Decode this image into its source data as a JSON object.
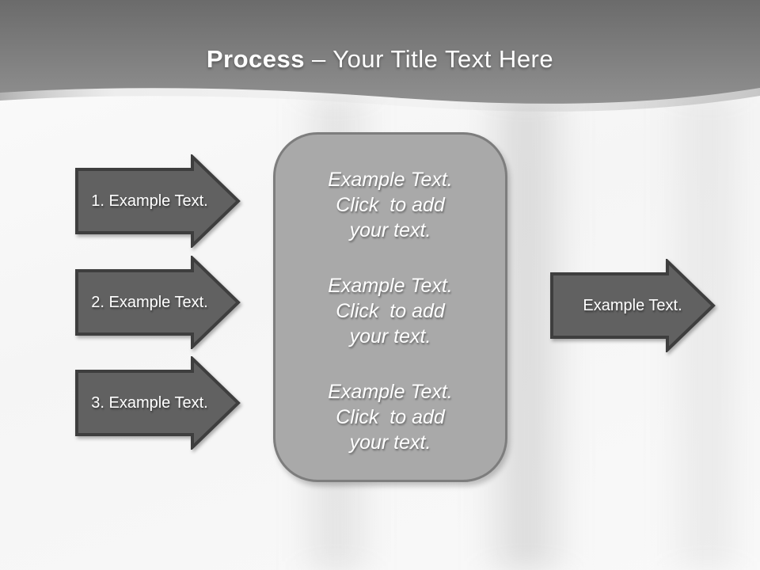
{
  "header": {
    "title_bold": "Process",
    "title_rest": "– Your Title Text Here"
  },
  "left_arrows": [
    {
      "label": "1. Example Text."
    },
    {
      "label": "2. Example Text."
    },
    {
      "label": "3. Example Text."
    }
  ],
  "center_box": {
    "paragraphs": [
      "Example Text.\nClick  to add\nyour text.",
      "Example Text.\nClick  to add\nyour text.",
      "Example Text.\nClick  to add\nyour text."
    ]
  },
  "right_arrow": {
    "label": "Example Text."
  },
  "colors": {
    "header_gradient_top": "#6B6B6B",
    "header_gradient_bottom": "#909090",
    "arrow_fill": "#616161",
    "arrow_border": "#3E3E3E",
    "box_fill": "#A9A9A9",
    "box_border": "#7D7D7D",
    "text": "#FFFFFF",
    "background": "#F7F7F7"
  }
}
